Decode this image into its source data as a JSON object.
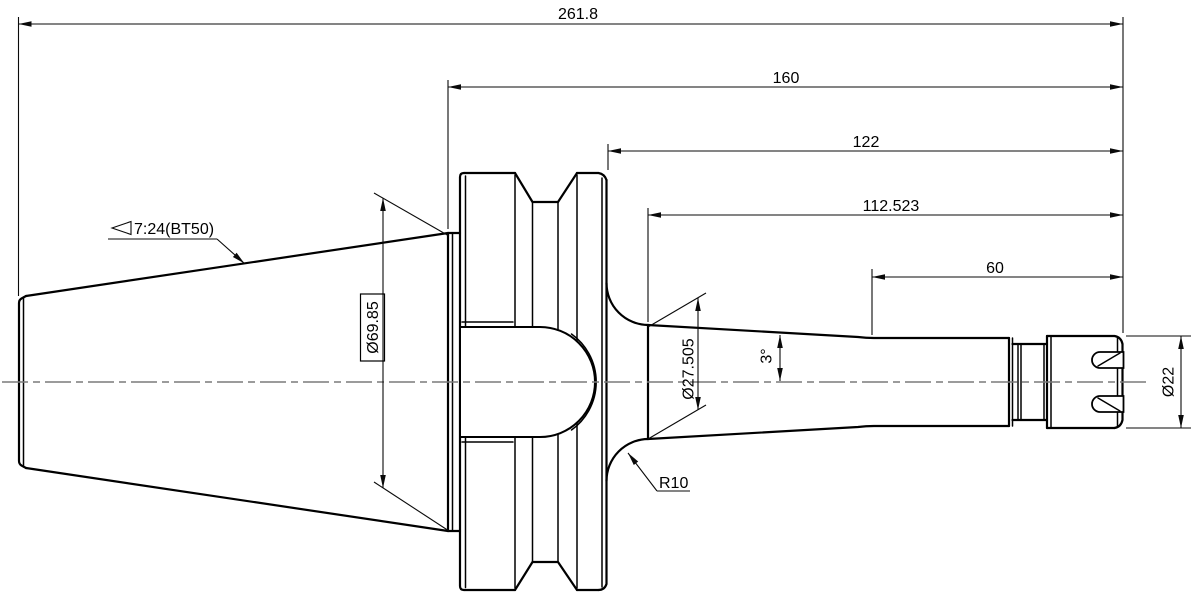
{
  "drawing": {
    "type": "engineering-drawing",
    "subject": "BT50 taper shank collet chuck tool holder, side elevation",
    "colors": {
      "background": "#ffffff",
      "line": "#000000",
      "centerline": "#7a7a7a"
    },
    "dims": {
      "overall_length": "261.8",
      "gauge_line_length": "160",
      "flange_to_nose_length": "122",
      "taper_to_nose_length": "112.523",
      "shank_length": "60",
      "gauge_diameter": "Ø69.85",
      "neck_large_diameter": "Ø27.505",
      "neck_half_angle": "3°",
      "neck_fillet_radius": "R10",
      "nose_diameter": "Ø22",
      "taper_spec": "7:24(BT50)"
    }
  }
}
